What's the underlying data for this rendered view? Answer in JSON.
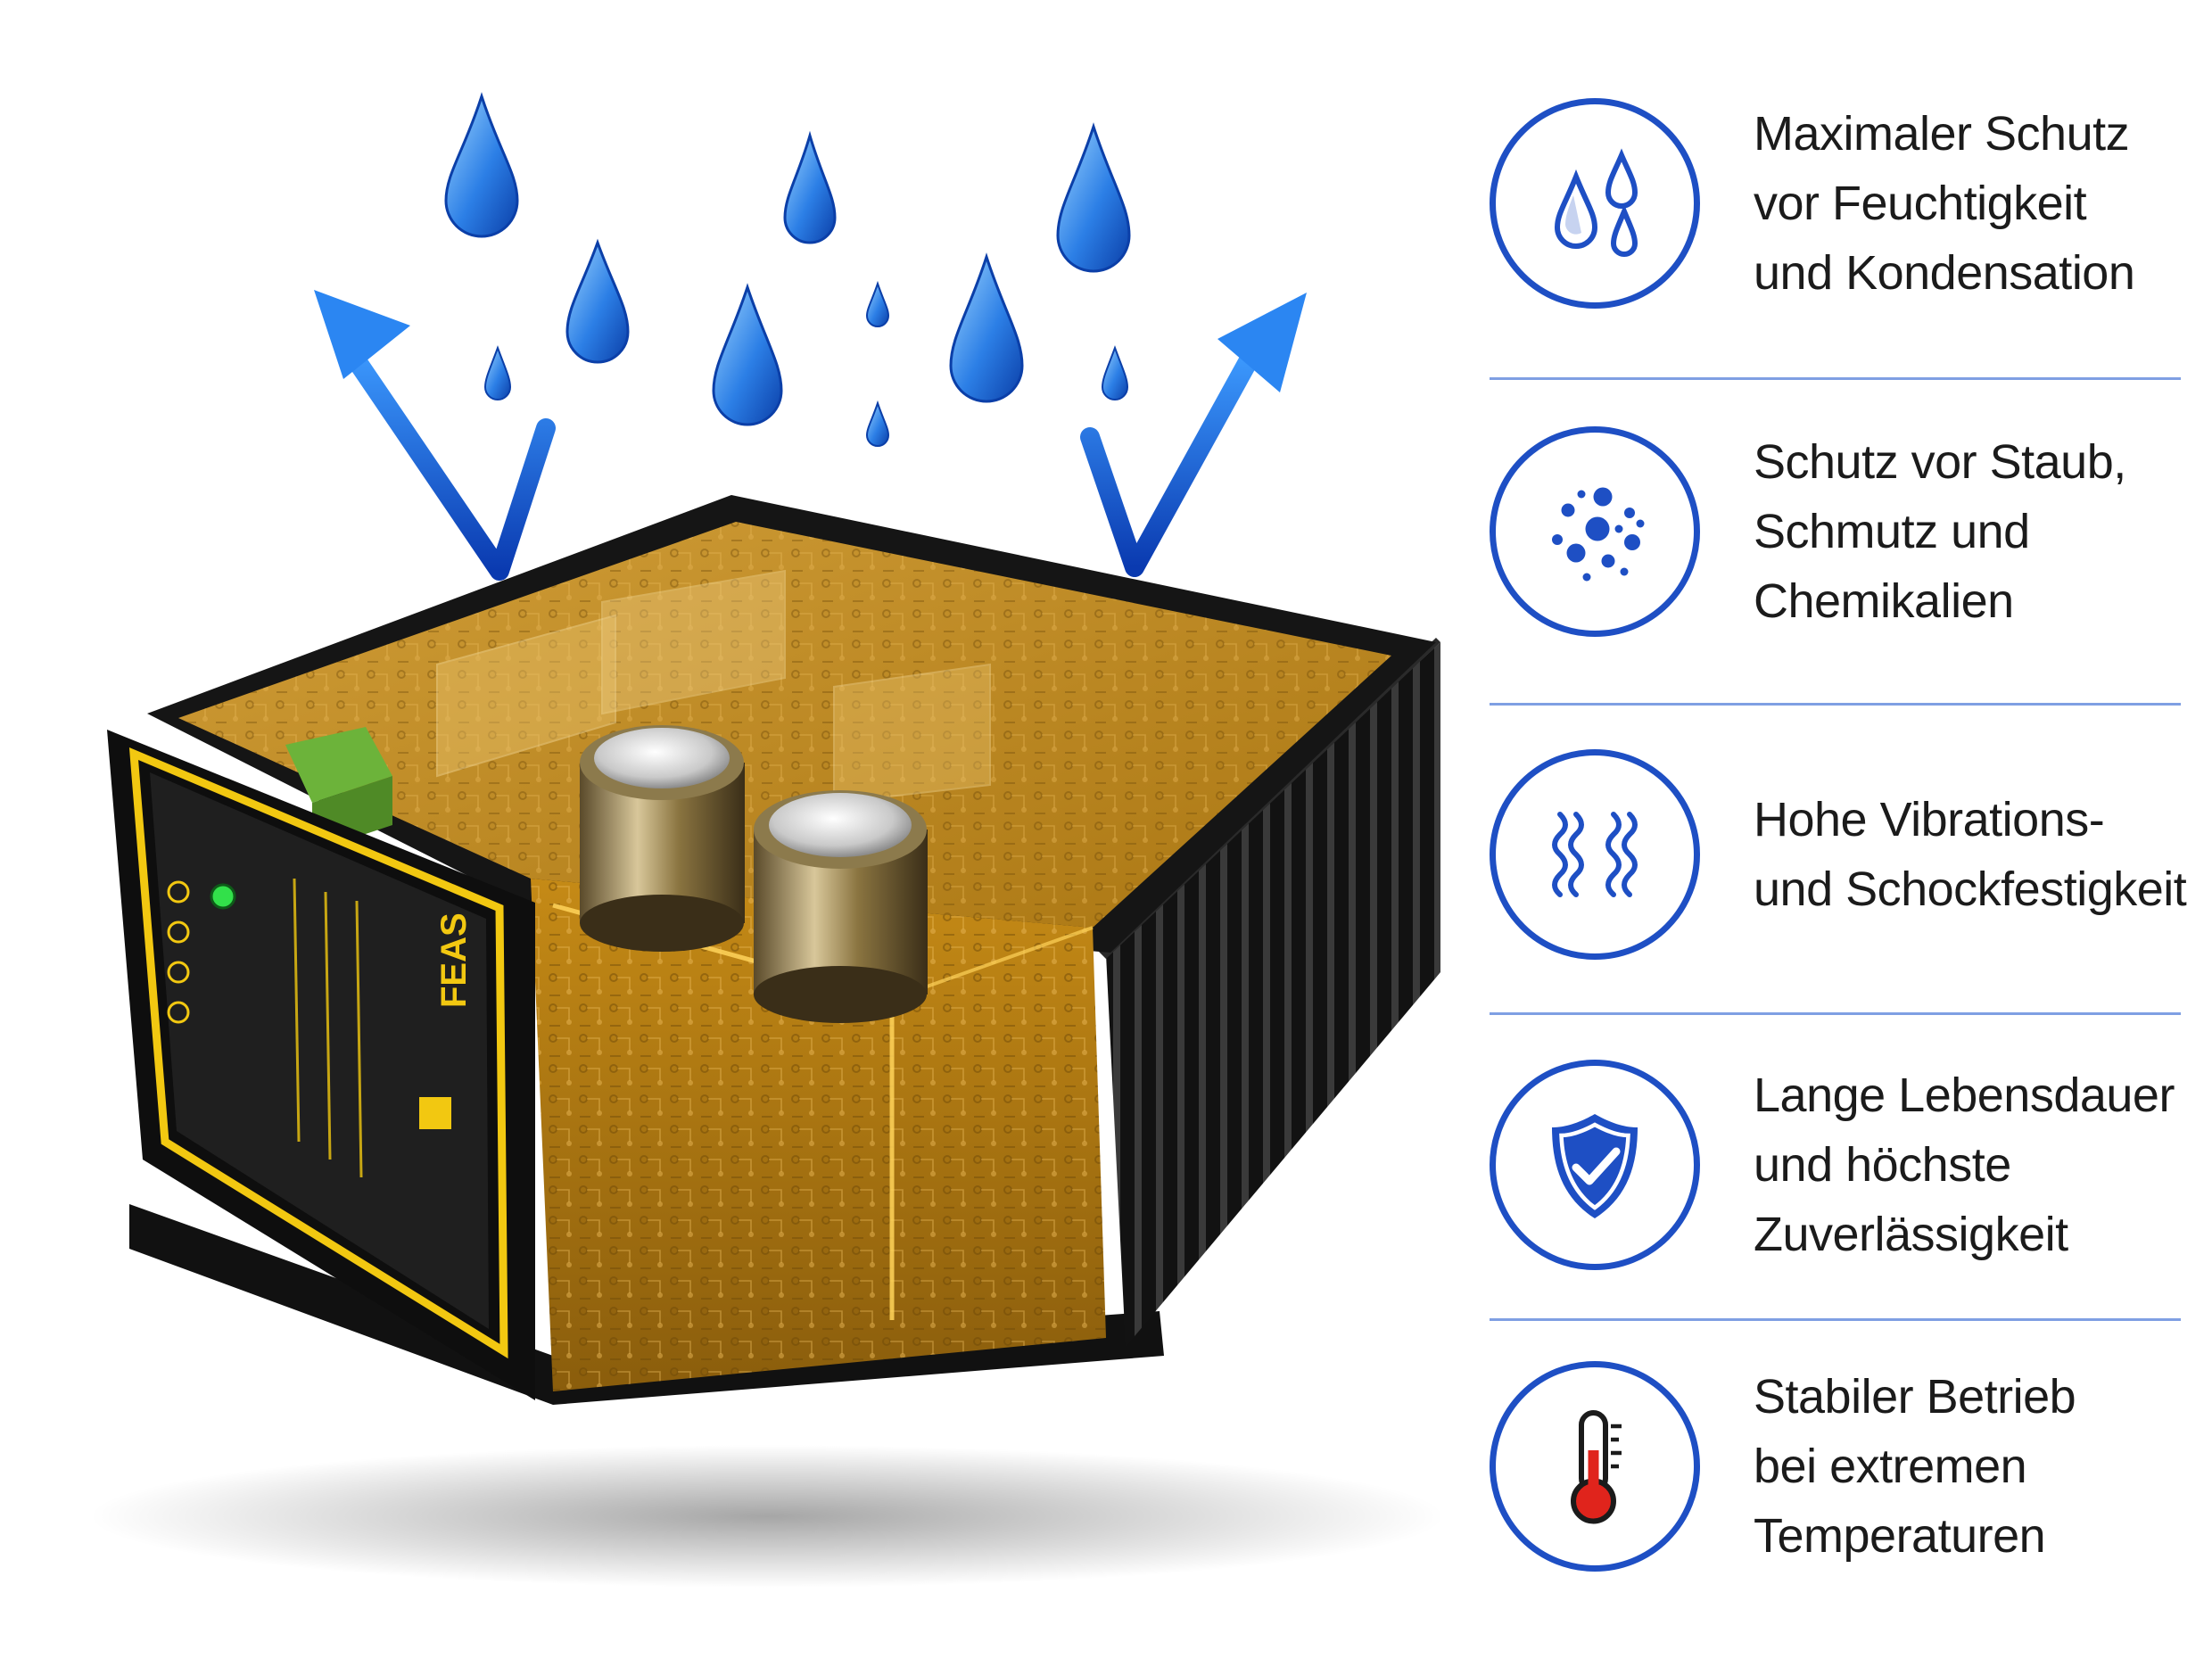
{
  "colors": {
    "accent": "#1e4fc4",
    "potting": "#c8911c",
    "device_frame": "#1a1a1a",
    "front_panel_yellow": "#f2c811",
    "water": "#2c7fe6",
    "thermometer_red": "#e0241c"
  },
  "device": {
    "front_panel": {
      "brand": "FEAS",
      "status_led": "green"
    }
  },
  "features": [
    {
      "icon": "water-drops-icon",
      "lines": [
        "Maximaler Schutz",
        "vor Feuchtigkeit",
        "und Kondensation"
      ]
    },
    {
      "icon": "dust-particles-icon",
      "lines": [
        "Schutz vor Staub,",
        "Schmutz und",
        "Chemikalien"
      ]
    },
    {
      "icon": "vibration-waves-icon",
      "lines": [
        "Hohe Vibrations-",
        "und Schockfestigkeit"
      ]
    },
    {
      "icon": "shield-check-icon",
      "lines": [
        "Lange Lebensdauer",
        "und höchste",
        "Zuverlässigkeit"
      ]
    },
    {
      "icon": "thermometer-icon",
      "lines": [
        "Stabiler Betrieb",
        "bei extremen",
        "Temperaturen"
      ]
    }
  ]
}
